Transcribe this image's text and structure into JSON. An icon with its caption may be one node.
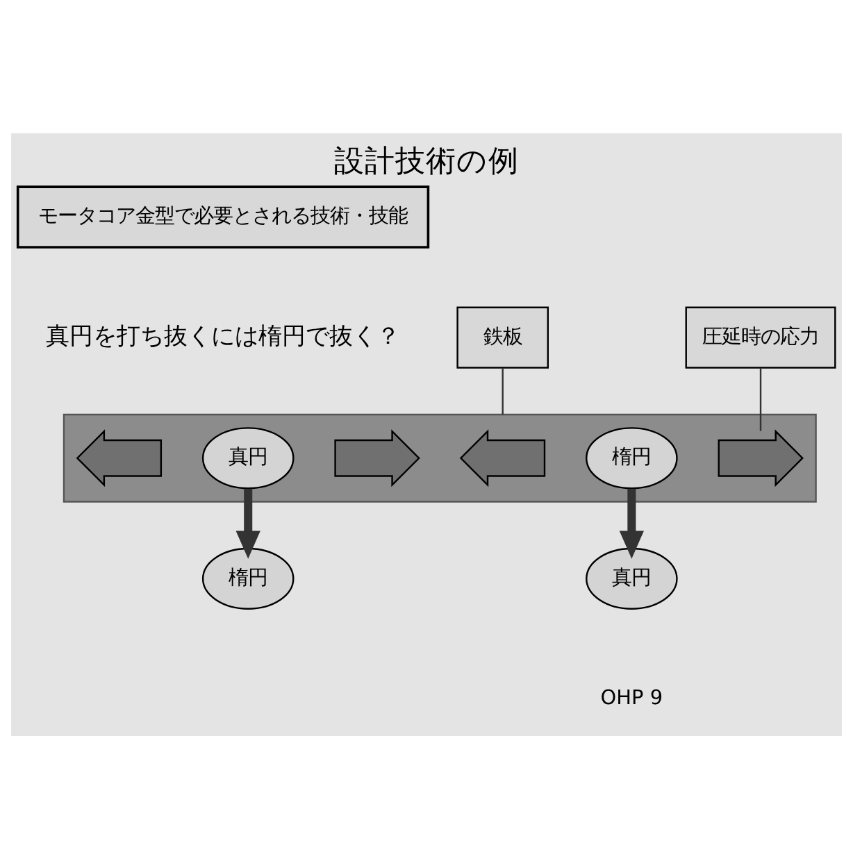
{
  "diagram": {
    "title": "設計技術の例",
    "nodes": [
      {
        "text": [
          "モータコア金型で必要とされる技術・技能"
        ]
      },
      {
        "text": [
          "鉄板"
        ]
      },
      {
        "text": [],
        "shape": "bar"
      },
      {
        "text": [],
        "shape": "arrow",
        "in": 2
      },
      {
        "text": [
          "真円"
        ],
        "in": 2
      },
      {
        "text": [],
        "shape": "arrow",
        "in": 2
      },
      {
        "text": [],
        "shape": "arrow",
        "in": 2
      },
      {
        "text": [
          "楕円"
        ],
        "in": 2
      },
      {
        "text": [],
        "shape": "arrow",
        "in": 2
      },
      {
        "text": [
          "圧延時の応力"
        ]
      },
      {
        "text": [
          "楕円"
        ]
      },
      {
        "text": [
          "真円"
        ]
      }
    ],
    "edges": [
      {
        "from": 1,
        "to": 2,
        "arrow": "none"
      },
      {
        "from": 9,
        "to": 8,
        "arrow": "none"
      },
      {
        "from": 4,
        "to": 10,
        "arrow": "to",
        "style": "thick"
      },
      {
        "from": 7,
        "to": 11,
        "arrow": "to",
        "style": "thick"
      }
    ],
    "labels": [
      "真円を打ち抜くには楕円で抜く？",
      "OHP 9"
    ]
  }
}
